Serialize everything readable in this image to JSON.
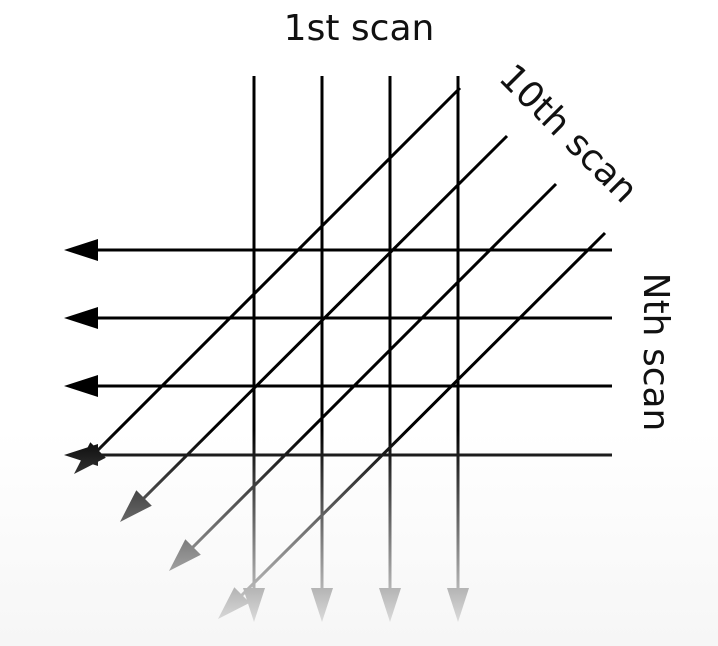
{
  "diagram": {
    "labels": {
      "first_scan": "1st scan",
      "tenth_scan": "10th scan",
      "nth_scan": "Nth scan"
    },
    "groups": [
      {
        "key": "first",
        "direction": "down",
        "count": 4
      },
      {
        "key": "diagonal",
        "direction": "down-left",
        "count": 4
      },
      {
        "key": "horizontal",
        "direction": "left",
        "count": 4
      }
    ],
    "colors": {
      "line": "#000000",
      "text": "#111111",
      "background": "#ffffff"
    }
  }
}
